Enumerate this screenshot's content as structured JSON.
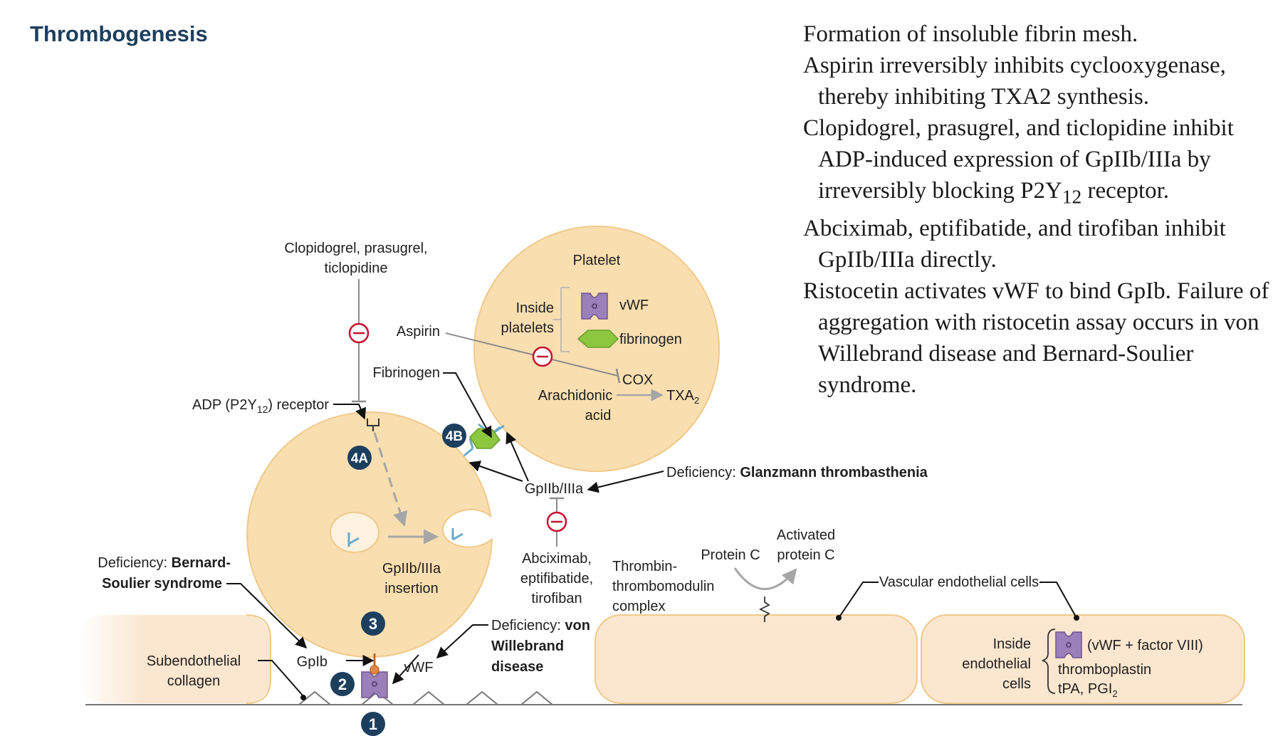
{
  "title": "Thrombogenesis",
  "notes": [
    "Formation of insoluble fibrin mesh.",
    "Aspirin irreversibly inhibits cyclooxygenase, thereby inhibiting TXA2 synthesis.",
    {
      "before": "Clopidogrel, prasugrel, and ticlopidine inhibit ADP-induced expression of GpIIb/IIIa by irreversibly blocking P2Y",
      "sub": "12",
      "after": " receptor."
    },
    "Abciximab, eptifibatide, and tirofiban inhibit GpIIb/IIIa directly.",
    "Ristocetin activates vWF to bind GpIb. Failure of aggregation with ristocetin assay occurs in von Willebrand disease and Bernard-Soulier syndrome."
  ],
  "diagram": {
    "clopidogrel": [
      "Clopidogrel, prasugrel,",
      "ticlopidine"
    ],
    "adp_receptor": {
      "before": "ADP (P2Y",
      "sub": "12",
      "after": ") receptor"
    },
    "platelet": "Platelet",
    "inside_platelets": [
      "Inside",
      "platelets"
    ],
    "vwf": "vWF",
    "fibrinogen": "fibrinogen",
    "aspirin": "Aspirin",
    "fibrinogen_label": "Fibrinogen",
    "cox": "COX",
    "arachidonic": [
      "Arachidonic",
      "acid"
    ],
    "txa2": {
      "main": "TXA",
      "sub": "2"
    },
    "badge_4a": "4A",
    "badge_4b": "4B",
    "badge_1": "1",
    "badge_2": "2",
    "badge_3": "3",
    "gp2b3a": "GpIIb/IIIa",
    "glanzmann": {
      "prefix": "Deficiency: ",
      "bold": "Glanzmann thrombasthenia"
    },
    "abciximab": [
      "Abciximab,",
      "eptifibatide,",
      "tirofiban"
    ],
    "insertion": [
      "GpIIb/IIIa",
      "insertion"
    ],
    "bernard": {
      "prefix": "Deficiency: ",
      "bold1": "Bernard-",
      "bold2": "Soulier syndrome"
    },
    "gp1b": "GpIb",
    "vwf_bottom": "vWF",
    "vwd": {
      "prefix": "Deficiency: ",
      "bold1": "von",
      "bold2": "Willebrand",
      "bold3": "disease"
    },
    "subendothelial": [
      "Subendothelial",
      "collagen"
    ],
    "thrombin": [
      "Thrombin-",
      "thrombomodulin",
      "complex"
    ],
    "protein_c": "Protein C",
    "activated_protein_c": [
      "Activated",
      "protein C"
    ],
    "vascular": "Vascular endothelial cells",
    "inside_endothelial": [
      "Inside",
      "endothelial",
      "cells"
    ],
    "endo_items": {
      "vwf_f8": "(vWF + factor VIII)",
      "thromboplastin": "thromboplastin",
      "tpa": "tPA, PGI",
      "tpa_sub": "2"
    }
  },
  "colors": {
    "title": "#1d3f5e",
    "cell_fill": "#f9deb0",
    "cell_stroke": "#f0c98a",
    "endothelial_fill": "#fbe6cf",
    "inhibit_red": "#c8102e",
    "badge": "#1d3f5e",
    "receptor_purple": "#9b7fb8",
    "fibrinogen_green": "#8dc63f",
    "gp_blue": "#6aa9c9"
  }
}
